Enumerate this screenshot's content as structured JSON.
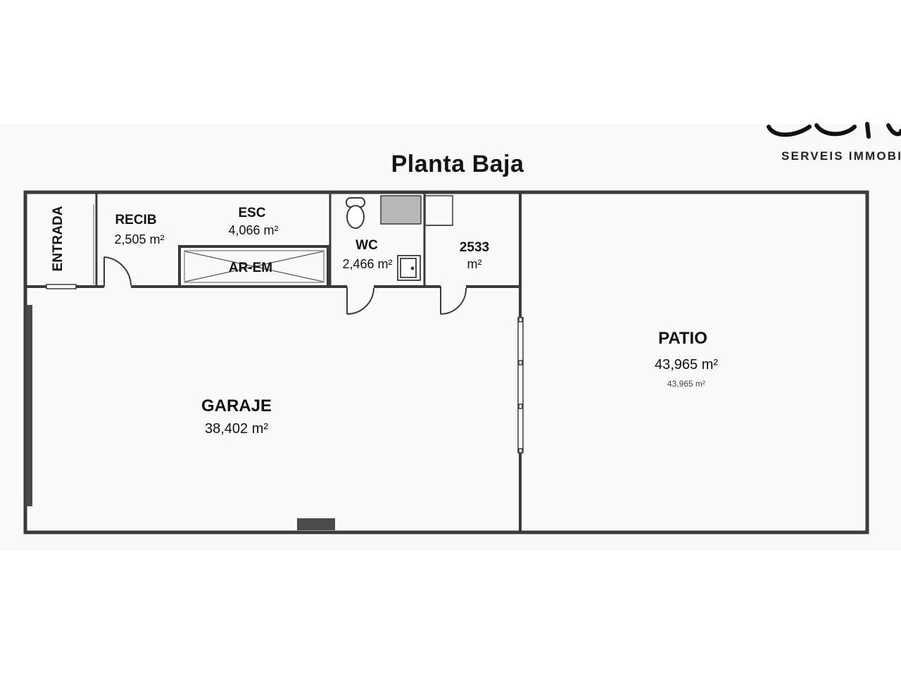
{
  "title": "Planta Baja",
  "brand": {
    "text": "SERVEIS IMMOBIL",
    "logo_icon": "brand-logo-icon"
  },
  "rooms": {
    "entrada": {
      "name": "ENTRADA"
    },
    "recib": {
      "name": "RECIB",
      "area": "2,505 m²"
    },
    "esc": {
      "name": "ESC",
      "area": "4,066 m²"
    },
    "ar_em": {
      "name": "AR-EM"
    },
    "wc": {
      "name": "WC",
      "area": "2,466 m²"
    },
    "room_2533": {
      "name": "2533",
      "area": "m²"
    },
    "garaje": {
      "name": "GARAJE",
      "area": "38,402 m²"
    },
    "patio": {
      "name": "PATIO",
      "area": "43,965 m²",
      "area_small": "43,965 m²"
    }
  },
  "colors": {
    "wall": "#3a3a3a",
    "fixture": "#b8b8b8",
    "background": "#fafafa"
  }
}
